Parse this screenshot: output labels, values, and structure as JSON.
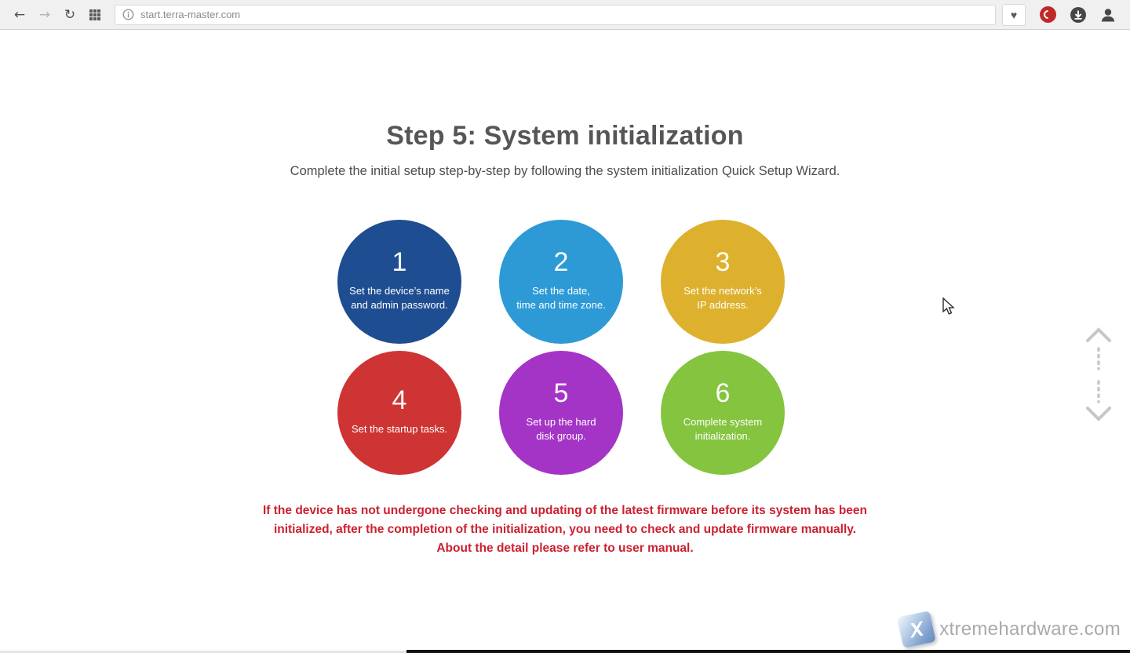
{
  "browser": {
    "url": "start.terra-master.com",
    "icons": {
      "back": "←",
      "forward": "→",
      "reload": "↻",
      "heart": "♥"
    }
  },
  "page": {
    "title": "Step 5: System initialization",
    "subtitle": "Complete the initial setup step-by-step by following the system initialization Quick Setup Wizard.",
    "steps": [
      {
        "number": "1",
        "label": "Set the device’s name\nand admin password.",
        "color": "#1e4d92"
      },
      {
        "number": "2",
        "label": "Set the date,\ntime and time zone.",
        "color": "#2d9ad6"
      },
      {
        "number": "3",
        "label": "Set the network’s\nIP address.",
        "color": "#ddb12d"
      },
      {
        "number": "4",
        "label": "Set the startup tasks.",
        "color": "#ce3433"
      },
      {
        "number": "5",
        "label": "Set up the hard\ndisk group.",
        "color": "#a434c6"
      },
      {
        "number": "6",
        "label": "Complete system\ninitialization.",
        "color": "#84c43e"
      }
    ],
    "warning": "If the device has not undergone checking and updating of the latest firmware before its system has been\ninitialized, after the completion of the initialization, you need to check and update firmware manually.\nAbout the detail please refer to user manual.",
    "watermark": {
      "logo_letter": "X",
      "text": "xtremehardware.com"
    }
  }
}
